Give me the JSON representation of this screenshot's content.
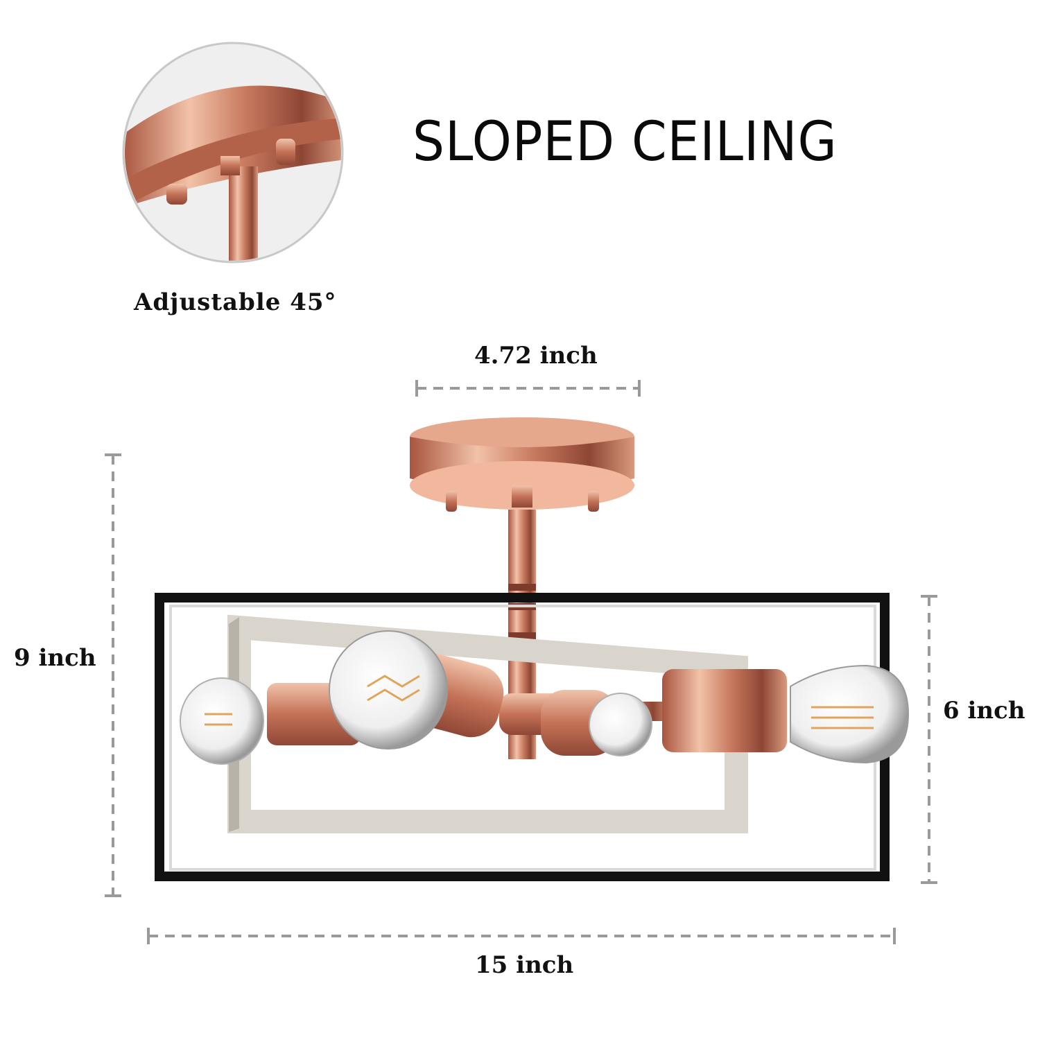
{
  "title": "SLOPED CEILING",
  "detail_caption": "Adjustable 45°",
  "dimensions": {
    "canopy_width": "4.72 inch",
    "total_height": "9 inch",
    "frame_height": "6 inch",
    "frame_length": "15 inch"
  },
  "colors": {
    "copper": "#c8785c",
    "frame_black": "#111111",
    "inner_frame": "#d9d4cc",
    "dimension_line": "#9a9a9a"
  }
}
